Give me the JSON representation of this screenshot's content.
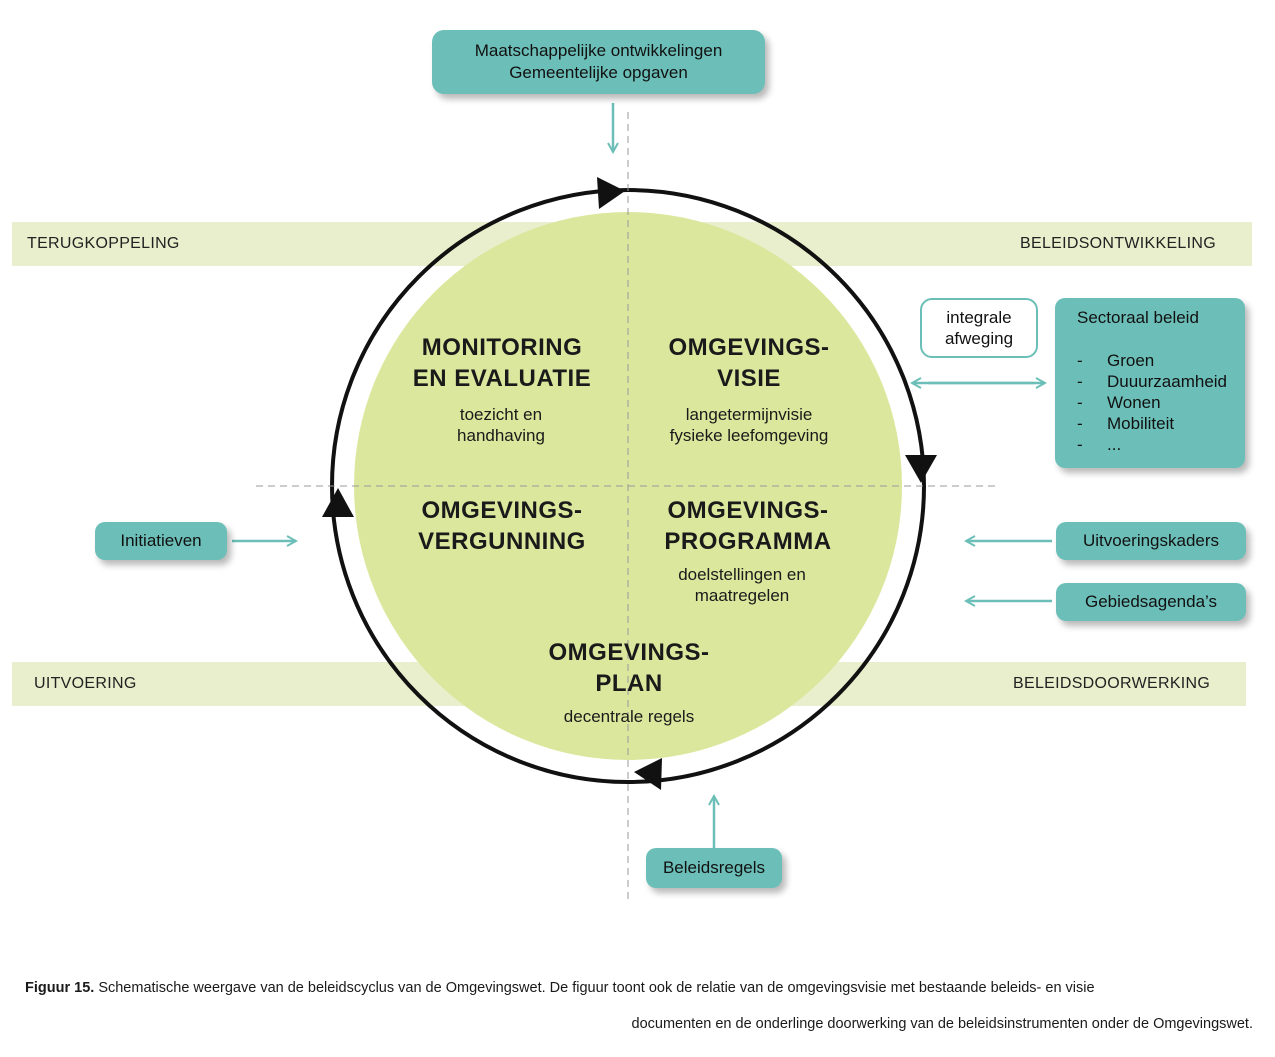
{
  "top_box": {
    "line1": "Maatschappelijke ontwikkelingen",
    "line2": "Gemeentelijke opgaven"
  },
  "bands": {
    "terugkoppeling": "TERUGKOPPELING",
    "beleidsontwikkeling": "BELEIDSONTWIKKELING",
    "uitvoering": "UITVOERING",
    "beleidsdoorwerking": "BELEIDSDOORWERKING"
  },
  "quadrants": {
    "monitoring": {
      "line1": "MONITORING",
      "line2": "EN EVALUATIE",
      "sub1": "toezicht en",
      "sub2": "handhaving"
    },
    "visie": {
      "line1": "OMGEVINGS-",
      "line2": "VISIE",
      "sub1": "langetermijnvisie",
      "sub2": "fysieke leefomgeving"
    },
    "vergunning": {
      "line1": "OMGEVINGS-",
      "line2": "VERGUNNING"
    },
    "programma": {
      "line1": "OMGEVINGS-",
      "line2": "PROGRAMMA",
      "sub1": "doelstellingen en",
      "sub2": "maatregelen"
    },
    "plan": {
      "line1": "OMGEVINGS-",
      "line2": "PLAN",
      "sub1": "decentrale regels"
    }
  },
  "integrale": {
    "line1": "integrale",
    "line2": "afweging"
  },
  "sectoraal": {
    "title": "Sectoraal beleid",
    "items": [
      "Groen",
      "Duuurzaamheid",
      "Wonen",
      "Mobiliteit",
      "..."
    ]
  },
  "boxes": {
    "initiatieven": "Initiatieven",
    "uitvoeringskaders": "Uitvoeringskaders",
    "gebiedsagendas": "Gebiedsagenda’s",
    "beleidsregels": "Beleidsregels"
  },
  "caption": {
    "label": "Figuur 15.",
    "text1": " Schematische weergave van de beleidscyclus van de Omgevingswet. De figuur toont ook de relatie van de omgevingsvisie met bestaande beleids- en visie",
    "text2": "documenten en de onderlinge doorwerking van de beleidsinstrumenten onder de Omgevingswet."
  },
  "colors": {
    "teal": "#6cbfb8",
    "circle_fill": "#dbe79d",
    "band": "#e9efcc"
  }
}
